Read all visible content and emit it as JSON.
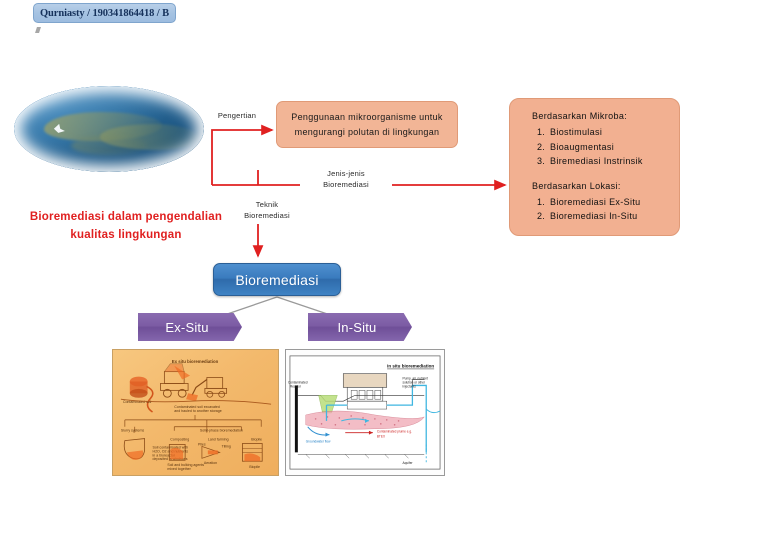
{
  "header": {
    "badge_label": "Qurniasty / 190341864418 / B"
  },
  "title": {
    "line1": "Bioremediasi dalam pengendalian",
    "line2": "kualitas lingkungan",
    "color": "#e02020"
  },
  "photo": {
    "alt_name": "oil-spill-ocean-photo"
  },
  "definition": {
    "line1": "Penggunaan mikroorganisme untuk",
    "line2": "mengurangi polutan di lingkungan",
    "box_color": "#f2b596"
  },
  "labels": {
    "pengertian": "Pengertian",
    "jenis_l1": "Jenis-jenis",
    "jenis_l2": "Bioremediasi",
    "teknik_l1": "Teknik",
    "teknik_l2": "Bioremediasi",
    "arrow_color": "#e02020"
  },
  "types_panel": {
    "panel_color": "#f2b091",
    "group1_heading": "Berdasarkan Mikroba:",
    "group1_items": [
      "Biostimulasi",
      "Bioaugmentasi",
      "Biremediasi Instrinsik"
    ],
    "group2_heading": "Berdasarkan Lokasi:",
    "group2_items": [
      "Bioremediasi Ex-Situ",
      "Bioremediasi In-Situ"
    ]
  },
  "flow": {
    "root_label": "Bioremediasi",
    "root_color": "#3a7bbe",
    "left_label": "Ex-Situ",
    "right_label": "In-Situ",
    "branch_color": "#7c5ca4",
    "connector_color": "#9a9a9a"
  },
  "figures": {
    "ex_situ": {
      "name": "ex-situ-bioremediation-diagram",
      "title": "Ex situ bioremediation",
      "labels": [
        "Drilling site",
        "Contaminated soil",
        "Contaminated soil excavated and hauled to another storage",
        "Slurry systems",
        "Solid-phase bioremediation",
        "Composting",
        "Land farming",
        "Biopile",
        "Soil contaminated with H2O, O2 and nutrients in a bioreactor deposited in windrows",
        "Soil and bulking agents mixed together",
        "Piles",
        "Tilling",
        "Aeration"
      ]
    },
    "in_situ": {
      "name": "in-situ-bioremediation-diagram",
      "title": "In situ bioremediation",
      "labels": [
        "Contaminated Reactor",
        "Pump, air, nutrient solution or other injectants",
        "Groundwater flow",
        "Contaminated plume e.g. BTEX",
        "Aquifer"
      ]
    }
  }
}
